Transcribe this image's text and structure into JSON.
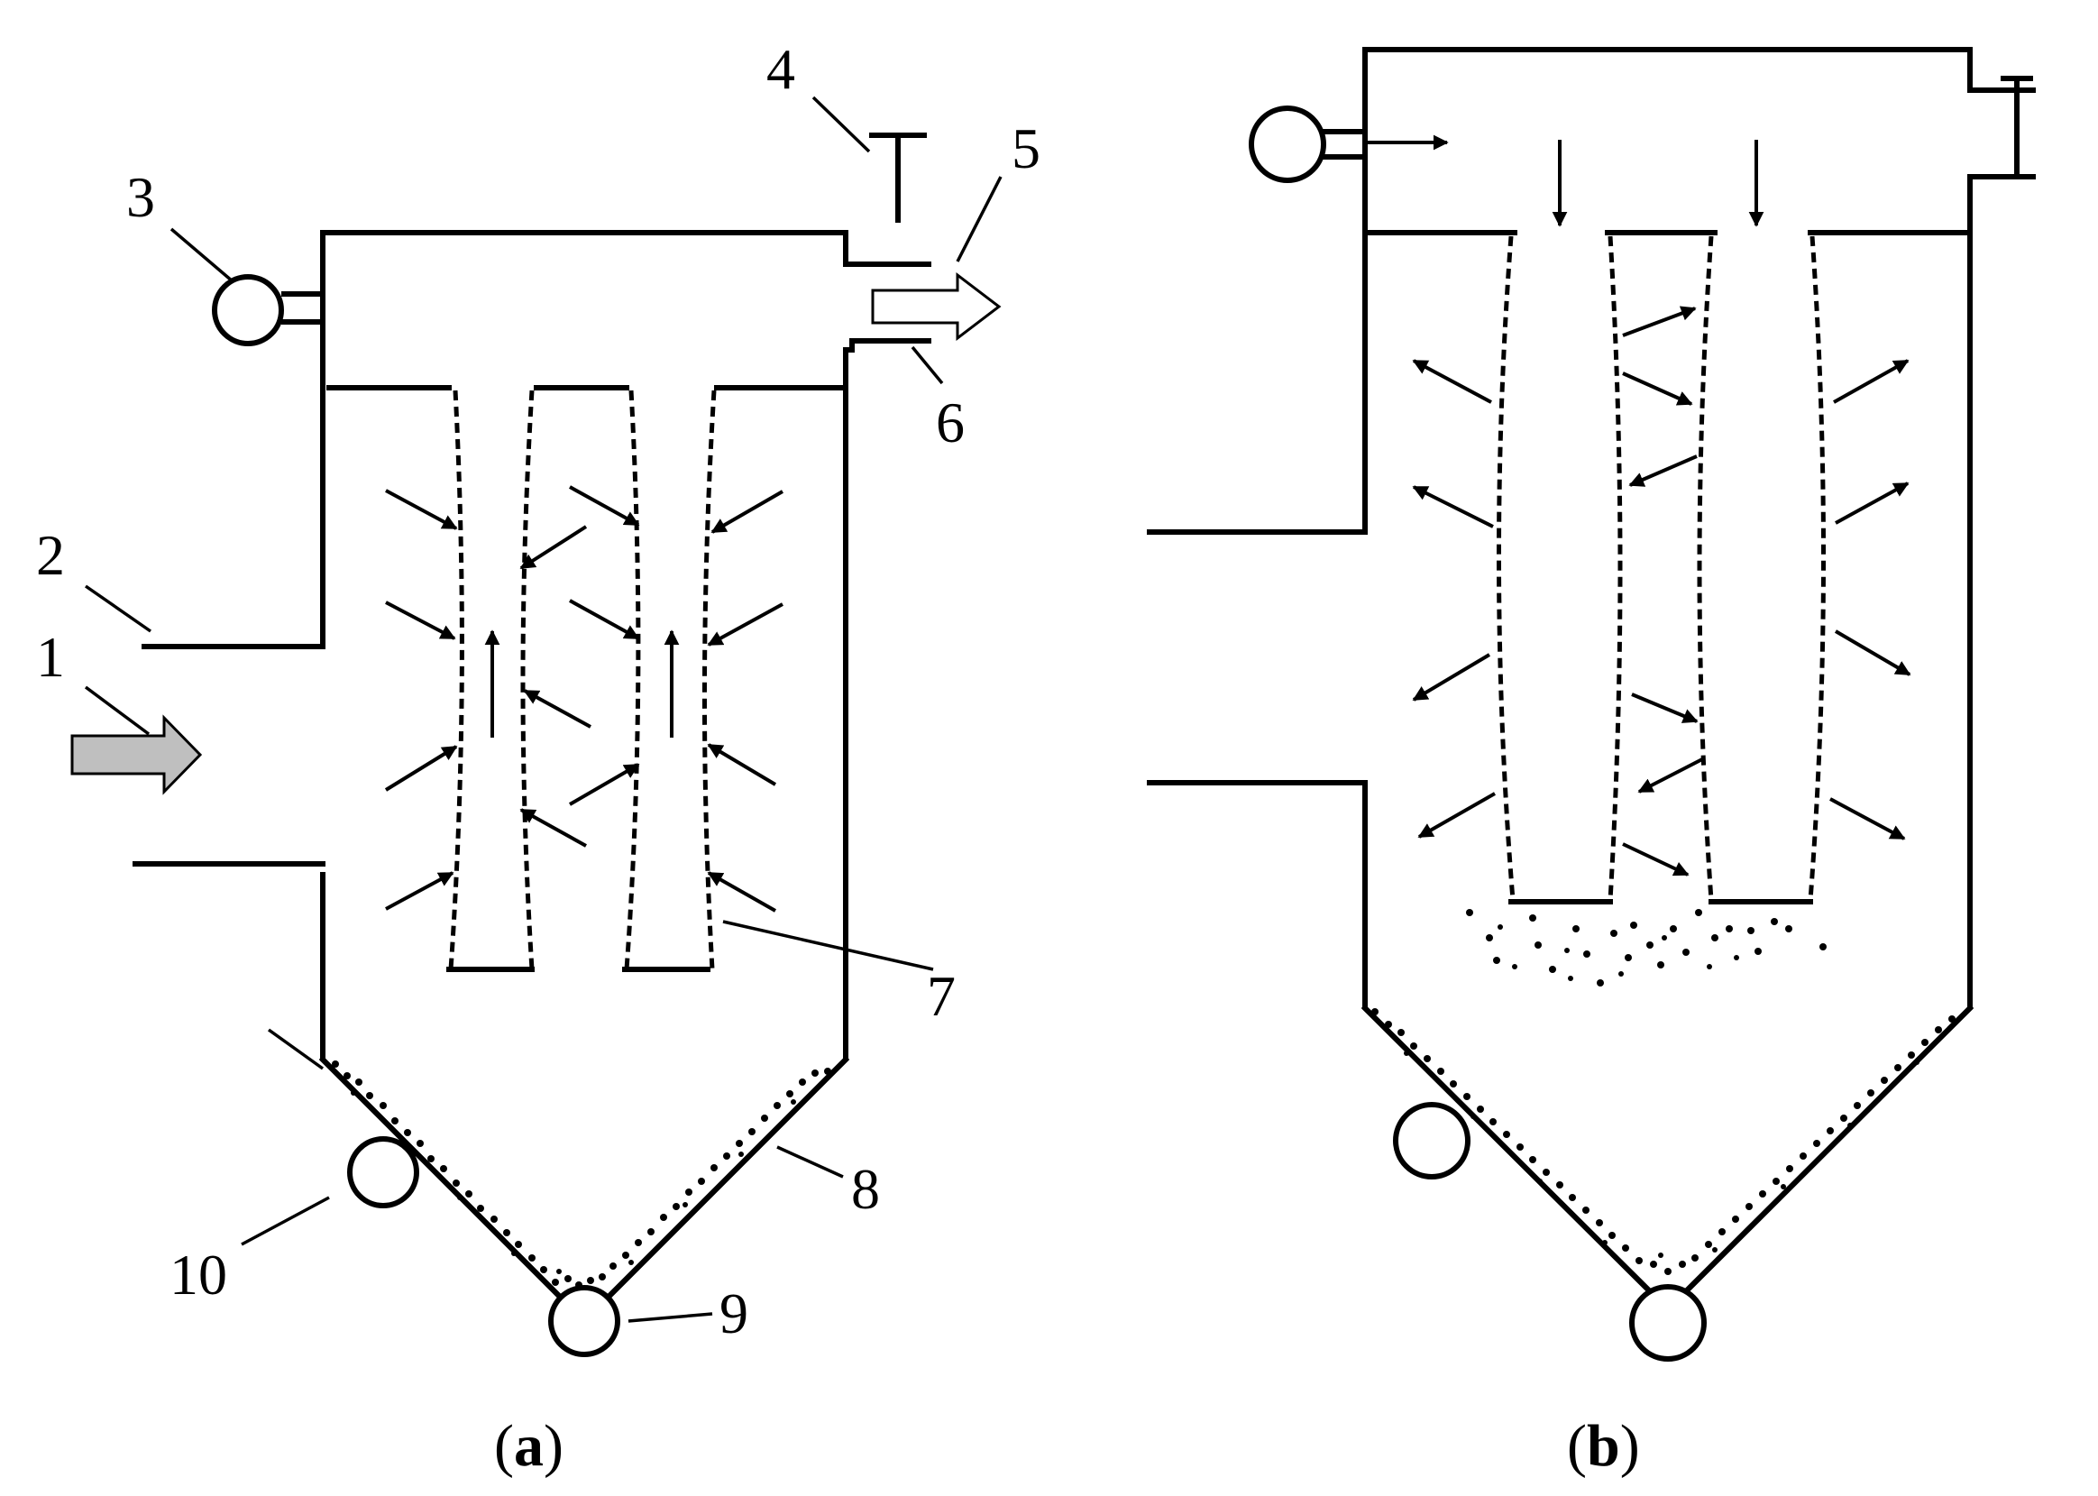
{
  "panel_a": {
    "caption_open": "(",
    "caption_letter": "a",
    "caption_close": ")",
    "callouts": [
      "1",
      "2",
      "3",
      "4",
      "5",
      "6",
      "7",
      "8",
      "9",
      "10"
    ]
  },
  "panel_b": {
    "caption_open": "(",
    "caption_letter": "b",
    "caption_close": ")"
  },
  "colors": {
    "line": "#000000",
    "inlet_arrow_fill": "#bfbfbf",
    "outlet_arrow_fill": "#ffffff",
    "background": "#ffffff"
  }
}
